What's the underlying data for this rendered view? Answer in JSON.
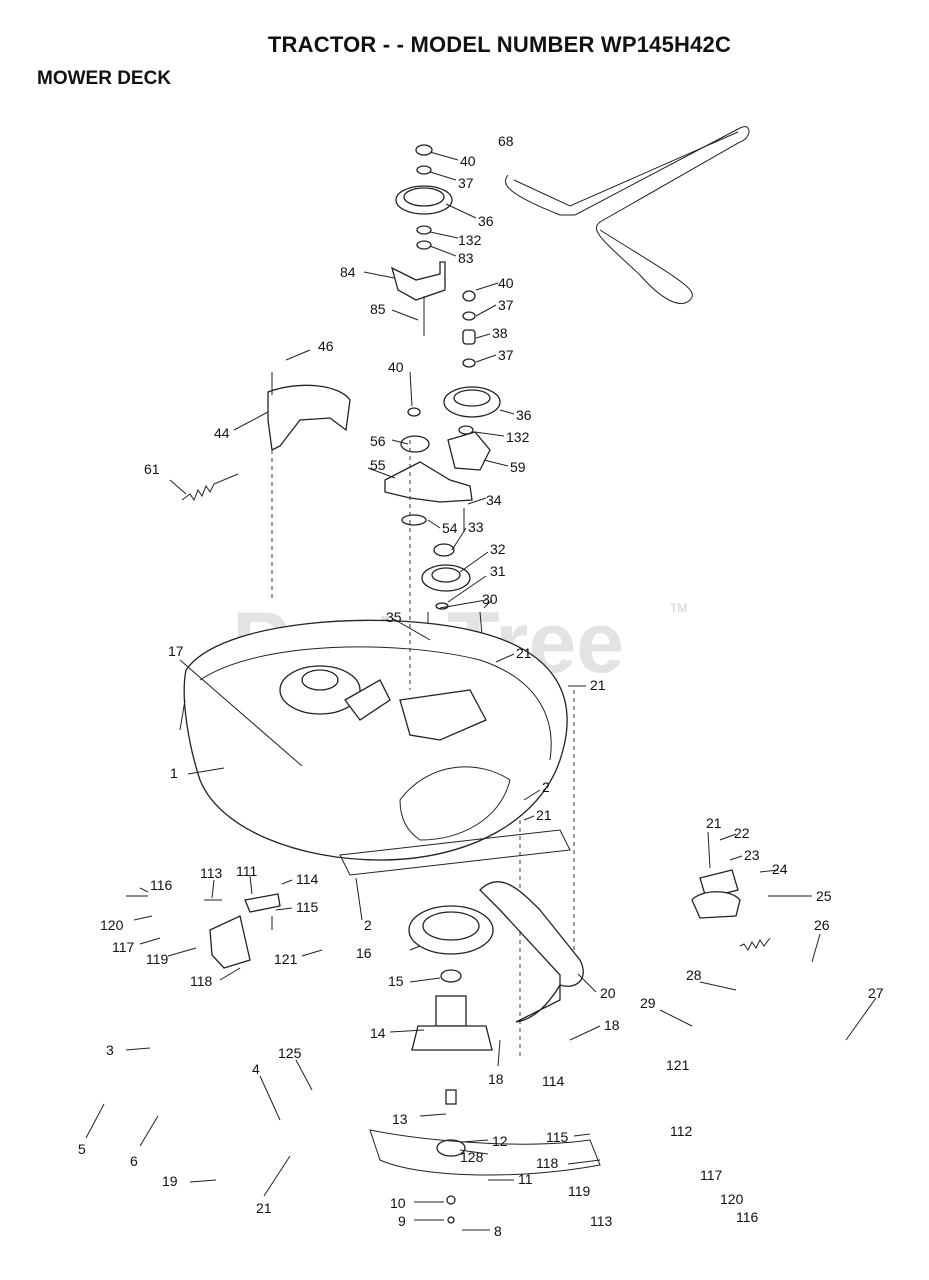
{
  "header": {
    "title": "TRACTOR - - MODEL NUMBER WP145H42C",
    "section": "MOWER DECK"
  },
  "watermark": {
    "text": "PartsTree",
    "tm": "TM"
  },
  "callouts": [
    "40",
    "37",
    "68",
    "36",
    "132",
    "83",
    "84",
    "40",
    "37",
    "85",
    "38",
    "37",
    "46",
    "40",
    "36",
    "44",
    "56",
    "132",
    "55",
    "59",
    "61",
    "34",
    "54",
    "33",
    "32",
    "31",
    "30",
    "35",
    "17",
    "21",
    "21",
    "1",
    "2",
    "21",
    "21",
    "22",
    "23",
    "113",
    "111",
    "116",
    "114",
    "24",
    "25",
    "115",
    "120",
    "2",
    "26",
    "117",
    "121",
    "16",
    "119",
    "118",
    "15",
    "28",
    "20",
    "29",
    "27",
    "14",
    "18",
    "3",
    "125",
    "121",
    "18",
    "114",
    "4",
    "13",
    "115",
    "112",
    "12",
    "5",
    "6",
    "128",
    "118",
    "117",
    "19",
    "11",
    "119",
    "21",
    "10",
    "120",
    "116",
    "9",
    "113",
    "8"
  ]
}
